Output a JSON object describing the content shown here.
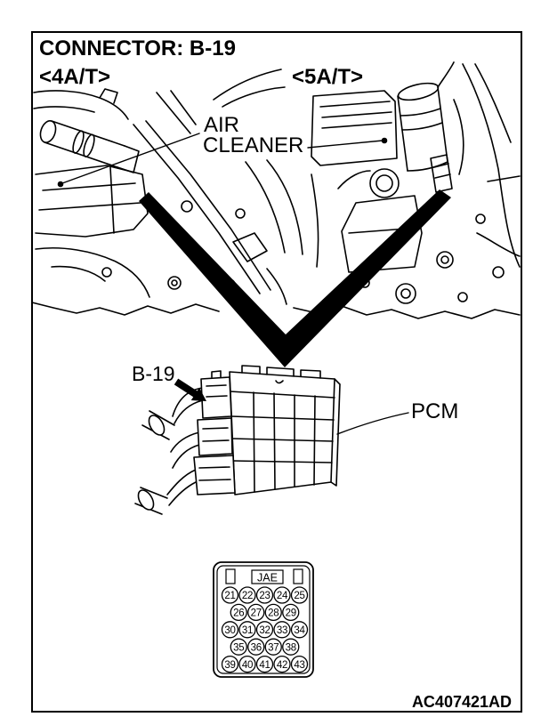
{
  "figure": {
    "title": "CONNECTOR: B-19",
    "variant_left": "<4A/T>",
    "variant_right": "<5A/T>",
    "figure_code": "AC407421AD"
  },
  "labels": {
    "air_cleaner_line1": "AIR",
    "air_cleaner_line2": "CLEANER",
    "b19_callout": "B-19",
    "pcm": "PCM"
  },
  "connector": {
    "maker": "JAE",
    "pin_rows": [
      [
        "21",
        "22",
        "23",
        "24",
        "25"
      ],
      [
        "26",
        "27",
        "28",
        "29"
      ],
      [
        "30",
        "31",
        "32",
        "33",
        "34"
      ],
      [
        "35",
        "36",
        "37",
        "38"
      ],
      [
        "39",
        "40",
        "41",
        "42",
        "43"
      ]
    ]
  },
  "colors": {
    "ink": "#000000",
    "paper": "#ffffff"
  }
}
